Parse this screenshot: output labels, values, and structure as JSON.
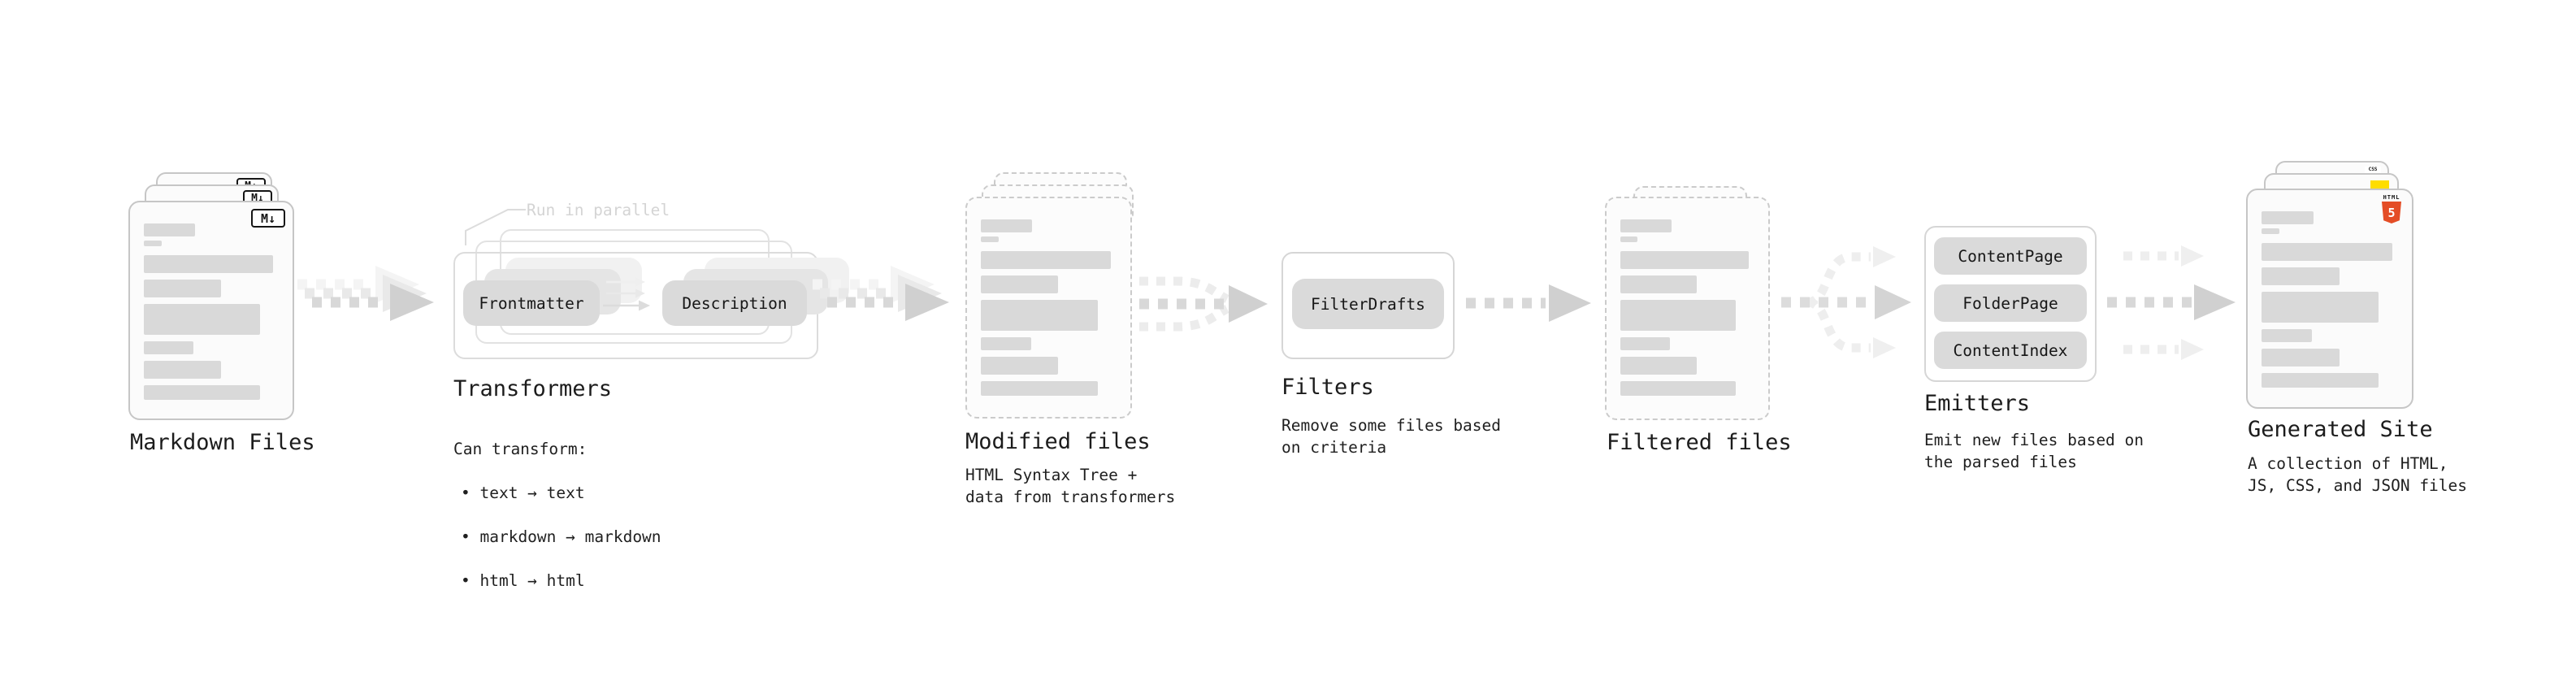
{
  "markdown": {
    "title": "Markdown Files",
    "badge": "M↓"
  },
  "transformers": {
    "title": "Transformers",
    "run_note": "Run in parallel",
    "pill_left": "Frontmatter",
    "pill_right": "Description",
    "intro": "Can transform:",
    "bullets": [
      "• text → text",
      "• markdown → markdown",
      "• html → html"
    ]
  },
  "modified": {
    "title": "Modified files",
    "subtitle": "HTML Syntax Tree +\ndata from transformers"
  },
  "filters": {
    "title": "Filters",
    "pill": "FilterDrafts",
    "subtitle": "Remove some files based\non criteria"
  },
  "filtered": {
    "title": "Filtered files"
  },
  "emitters": {
    "title": "Emitters",
    "pills": [
      "ContentPage",
      "FolderPage",
      "ContentIndex"
    ],
    "subtitle": "Emit new files based on\nthe parsed files"
  },
  "generated": {
    "title": "Generated Site",
    "subtitle": "A collection of HTML,\nJS, CSS, and JSON files",
    "css_badge": "CSS",
    "html5_label": "HTML",
    "html5_number": "5"
  },
  "colors": {
    "html5_orange": "#e44d26",
    "js_yellow": "#ffdd00",
    "css_blue": "#2962ff",
    "arrow_main": "#d2d2d2",
    "arrow_light": "#eeeeee",
    "bar_gray": "#d9d9d9",
    "text": "#1c1c1c"
  }
}
